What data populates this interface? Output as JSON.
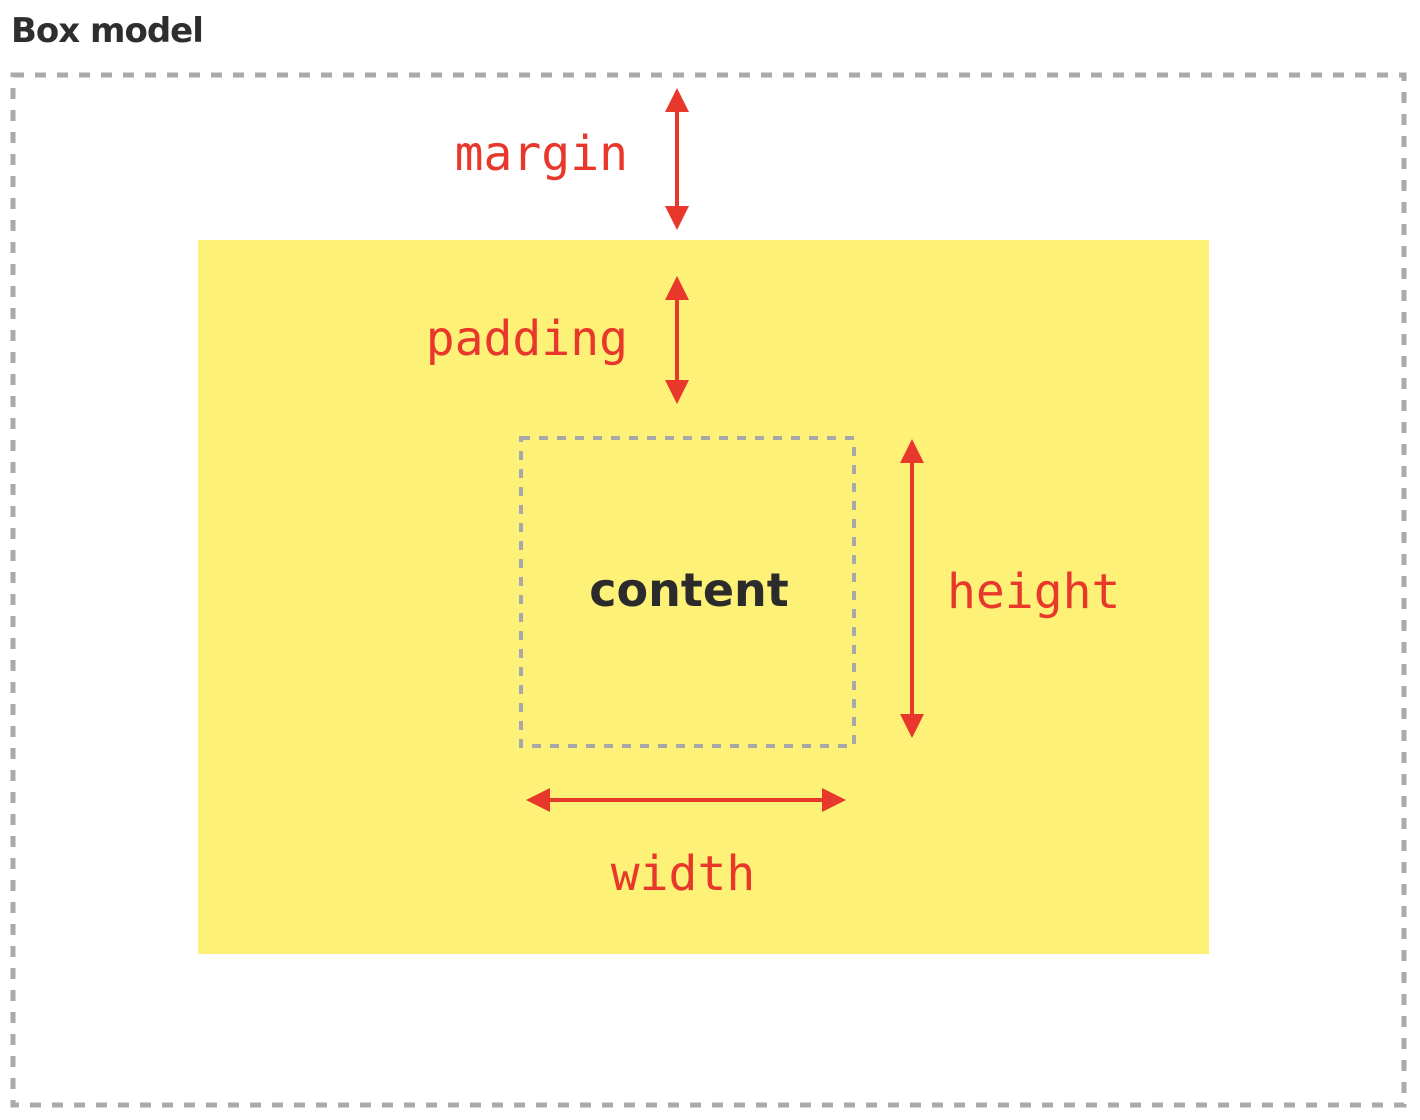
{
  "title": "Box model",
  "labels": {
    "margin": "margin",
    "padding": "padding",
    "content": "content",
    "height": "height",
    "width": "width"
  },
  "colors": {
    "accent": "#e8372b",
    "padding_fill": "#fdf178",
    "dashed_border": "#aaaaaa",
    "content_text": "#2b2b2b",
    "heading_text": "#2e2e2e"
  }
}
